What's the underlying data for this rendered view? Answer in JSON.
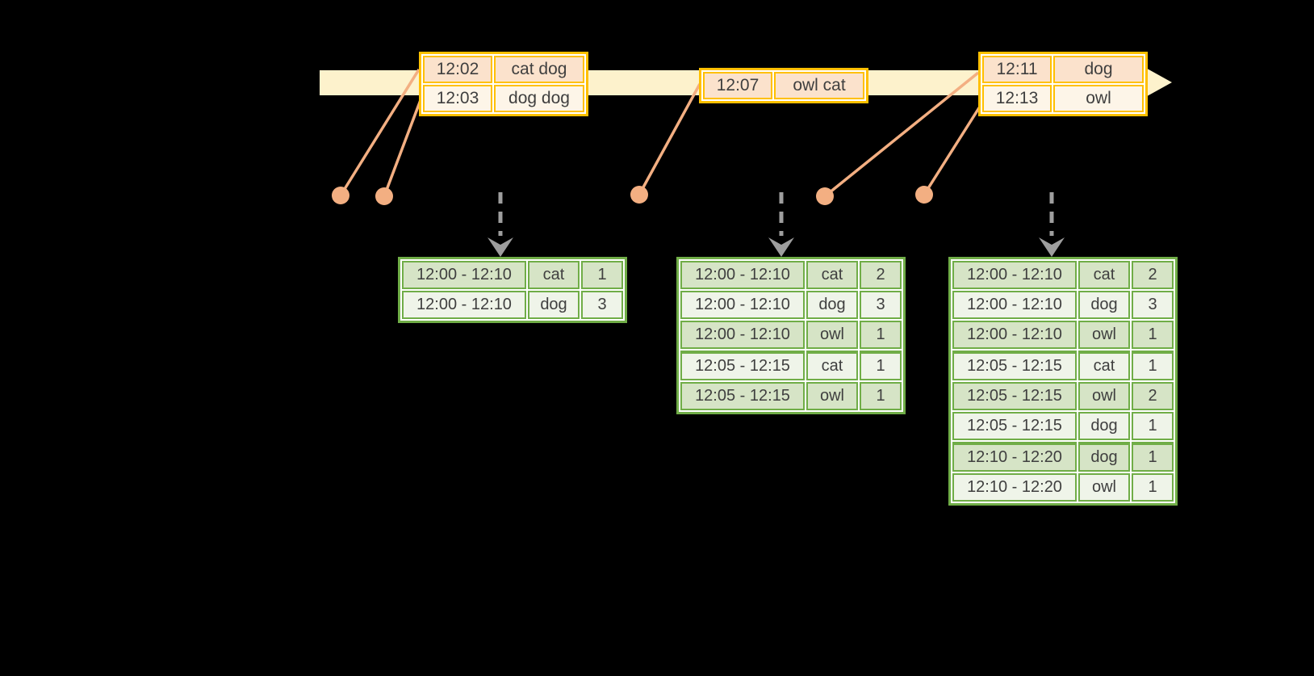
{
  "colors": {
    "background": "#000000",
    "timeline-fill": "#FDF2CC",
    "event-border": "#FFC000",
    "event-row-a": "#FBE2CC",
    "event-row-b": "#FDF5E8",
    "connector": "#F3AF82",
    "trigger-arrow": "#9E9E9E",
    "result-border": "#70AD47",
    "result-row-a": "#D6E4C6",
    "result-row-b": "#EFF4E9",
    "text": "#3F3F3F"
  },
  "icons": {
    "timeline_arrowhead": "right-arrowhead",
    "trigger_arrow": "dashed-down-arrow",
    "event_marker": "filled-dot"
  },
  "event_tables": [
    {
      "rows": [
        {
          "time": "12:02",
          "words": "cat dog"
        },
        {
          "time": "12:03",
          "words": "dog dog"
        }
      ]
    },
    {
      "rows": [
        {
          "time": "12:07",
          "words": "owl cat"
        }
      ]
    },
    {
      "rows": [
        {
          "time": "12:11",
          "words": "dog"
        },
        {
          "time": "12:13",
          "words": "owl"
        }
      ]
    }
  ],
  "result_tables": [
    {
      "rows": [
        {
          "window": "12:00 - 12:10",
          "word": "cat",
          "count": "1"
        },
        {
          "window": "12:00 - 12:10",
          "word": "dog",
          "count": "3"
        }
      ]
    },
    {
      "rows": [
        {
          "window": "12:00 - 12:10",
          "word": "cat",
          "count": "2"
        },
        {
          "window": "12:00 - 12:10",
          "word": "dog",
          "count": "3"
        },
        {
          "window": "12:00 - 12:10",
          "word": "owl",
          "count": "1"
        },
        {
          "window": "12:05 - 12:15",
          "word": "cat",
          "count": "1"
        },
        {
          "window": "12:05 - 12:15",
          "word": "owl",
          "count": "1"
        }
      ]
    },
    {
      "rows": [
        {
          "window": "12:00 - 12:10",
          "word": "cat",
          "count": "2"
        },
        {
          "window": "12:00 - 12:10",
          "word": "dog",
          "count": "3"
        },
        {
          "window": "12:00 - 12:10",
          "word": "owl",
          "count": "1"
        },
        {
          "window": "12:05 - 12:15",
          "word": "cat",
          "count": "1"
        },
        {
          "window": "12:05 - 12:15",
          "word": "owl",
          "count": "2"
        },
        {
          "window": "12:05 - 12:15",
          "word": "dog",
          "count": "1"
        },
        {
          "window": "12:10 - 12:20",
          "word": "dog",
          "count": "1"
        },
        {
          "window": "12:10 - 12:20",
          "word": "owl",
          "count": "1"
        }
      ]
    }
  ]
}
